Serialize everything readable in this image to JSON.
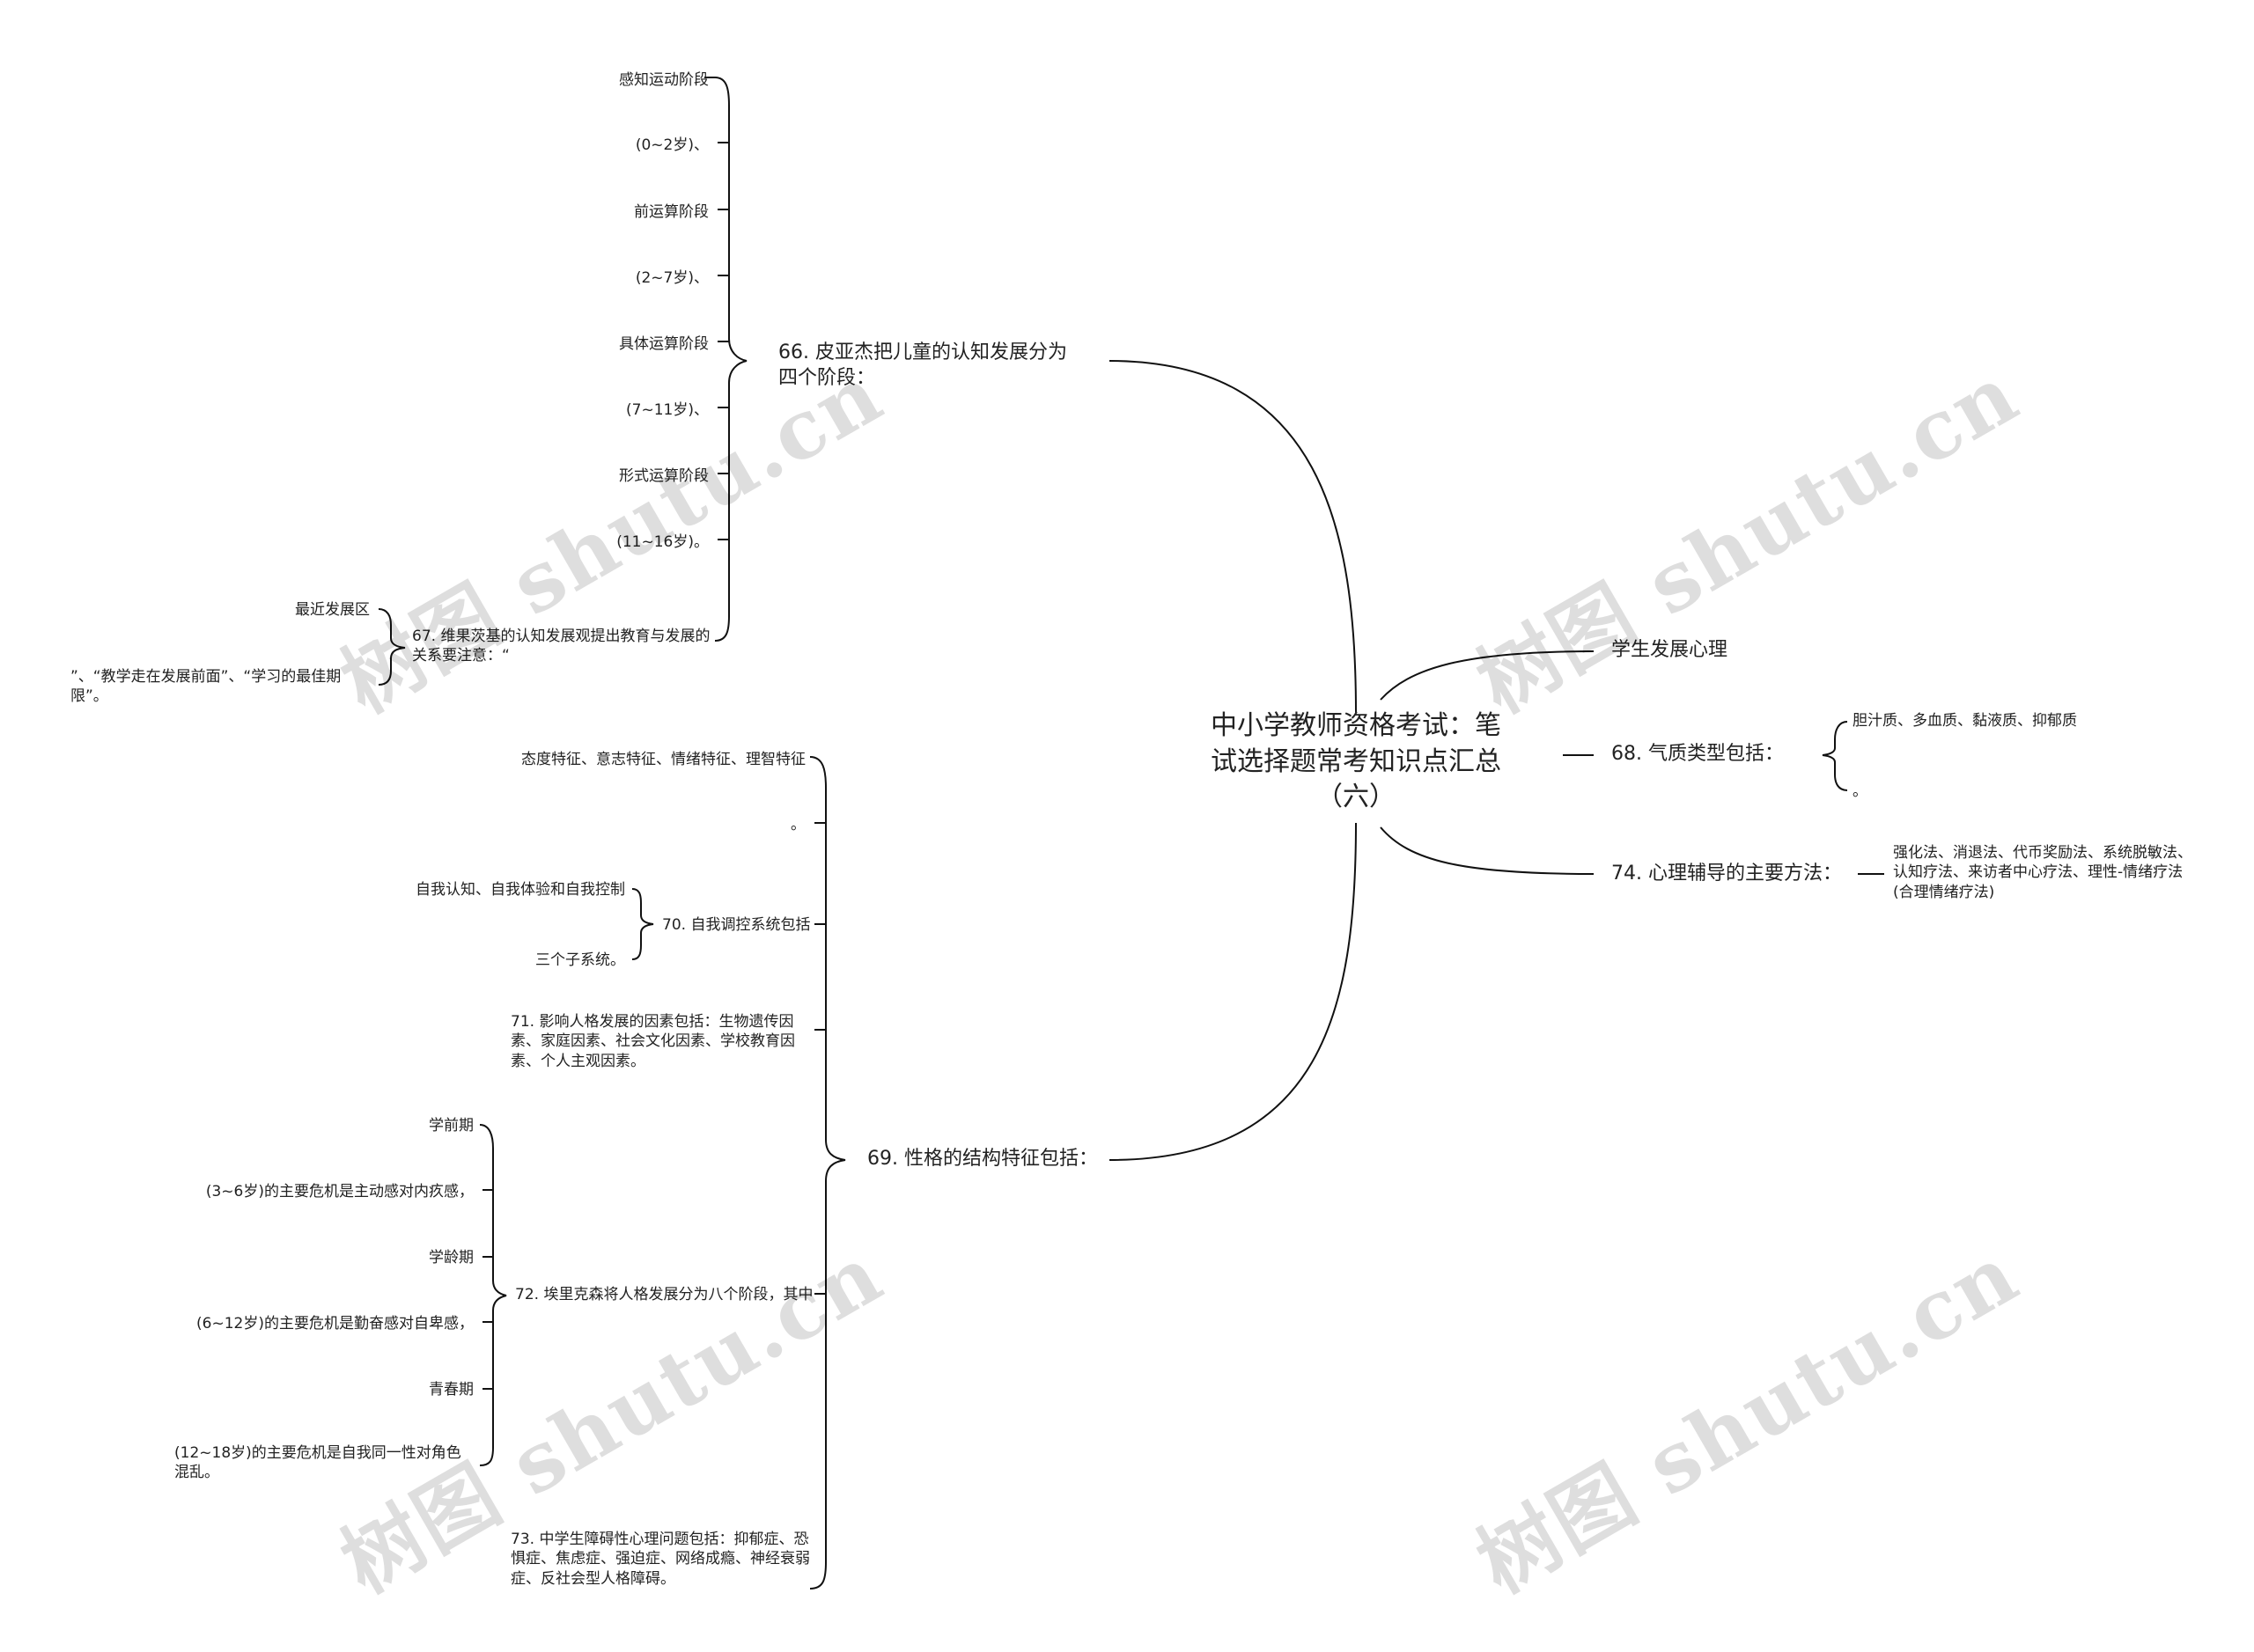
{
  "root": {
    "text": "中小学教师资格考试：笔试选择题常考知识点汇总（六）"
  },
  "left": {
    "q66": {
      "label": "66. 皮亚杰把儿童的认知发展分为四个阶段：",
      "items": [
        "感知运动阶段",
        "(0~2岁)、",
        "前运算阶段",
        "(2~7岁)、",
        "具体运算阶段",
        "(7~11岁)、",
        "形式运算阶段",
        "(11~16岁)。"
      ]
    },
    "q67": {
      "label": "67. 维果茨基的认知发展观提出教育与发展的关系要注意：“",
      "items": [
        "最近发展区",
        "”、“教学走在发展前面”、“学习的最佳期限”。"
      ]
    },
    "q69": {
      "label": "69. 性格的结构特征包括：",
      "items": [
        "态度特征、意志特征、情绪特征、理智特征",
        "。"
      ],
      "q70": {
        "label": "70. 自我调控系统包括",
        "items": [
          "自我认知、自我体验和自我控制",
          "三个子系统。"
        ]
      },
      "q71": {
        "label": "71. 影响人格发展的因素包括：生物遗传因素、家庭因素、社会文化因素、学校教育因素、个人主观因素。"
      },
      "q72": {
        "label": "72. 埃里克森将人格发展分为八个阶段，其中",
        "items": [
          "学前期",
          "(3~6岁)的主要危机是主动感对内疚感，",
          "学龄期",
          "(6~12岁)的主要危机是勤奋感对自卑感，",
          "青春期",
          "(12~18岁)的主要危机是自我同一性对角色混乱。"
        ]
      },
      "q73": {
        "label": "73. 中学生障碍性心理问题包括：抑郁症、恐惧症、焦虑症、强迫症、网络成瘾、神经衰弱症、反社会型人格障碍。"
      }
    }
  },
  "right": {
    "xs": {
      "label": "学生发展心理"
    },
    "q68": {
      "label": "68. 气质类型包括：",
      "items": [
        "胆汁质、多血质、黏液质、抑郁质",
        "。"
      ]
    },
    "q74": {
      "label": "74. 心理辅导的主要方法：",
      "items": [
        "强化法、消退法、代币奖励法、系统脱敏法、认知疗法、来访者中心疗法、理性-情绪疗法(合理情绪疗法)"
      ]
    }
  },
  "watermark": "树图 shutu.cn",
  "colors": {
    "line": "#111111",
    "text": "#222222",
    "watermark": "#d0d0d0"
  }
}
